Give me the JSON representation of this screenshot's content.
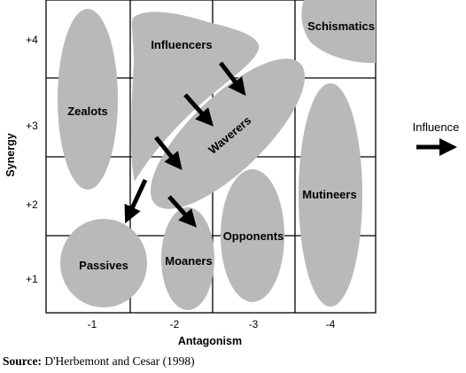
{
  "regions": {
    "zealots": "Zealots",
    "influencers": "Influencers",
    "waverers": "Waverers",
    "schismatics": "Schismatics",
    "passives": "Passives",
    "moaners": "Moaners",
    "opponents": "Opponents",
    "mutineers": "Mutineers"
  },
  "axes": {
    "y_title": "Synergy",
    "x_title": "Antagonism",
    "y_ticks": [
      "+4",
      "+3",
      "+2",
      "+1"
    ],
    "x_ticks": [
      "-1",
      "-2",
      "-3",
      "-4"
    ]
  },
  "legend": {
    "label": "Influence"
  },
  "source": {
    "prefix": "Source:",
    "text": "D'Herbemont and Cesar (1998)"
  },
  "colors": {
    "shape_fill": "#b9b9b9",
    "lines": "#000000"
  }
}
